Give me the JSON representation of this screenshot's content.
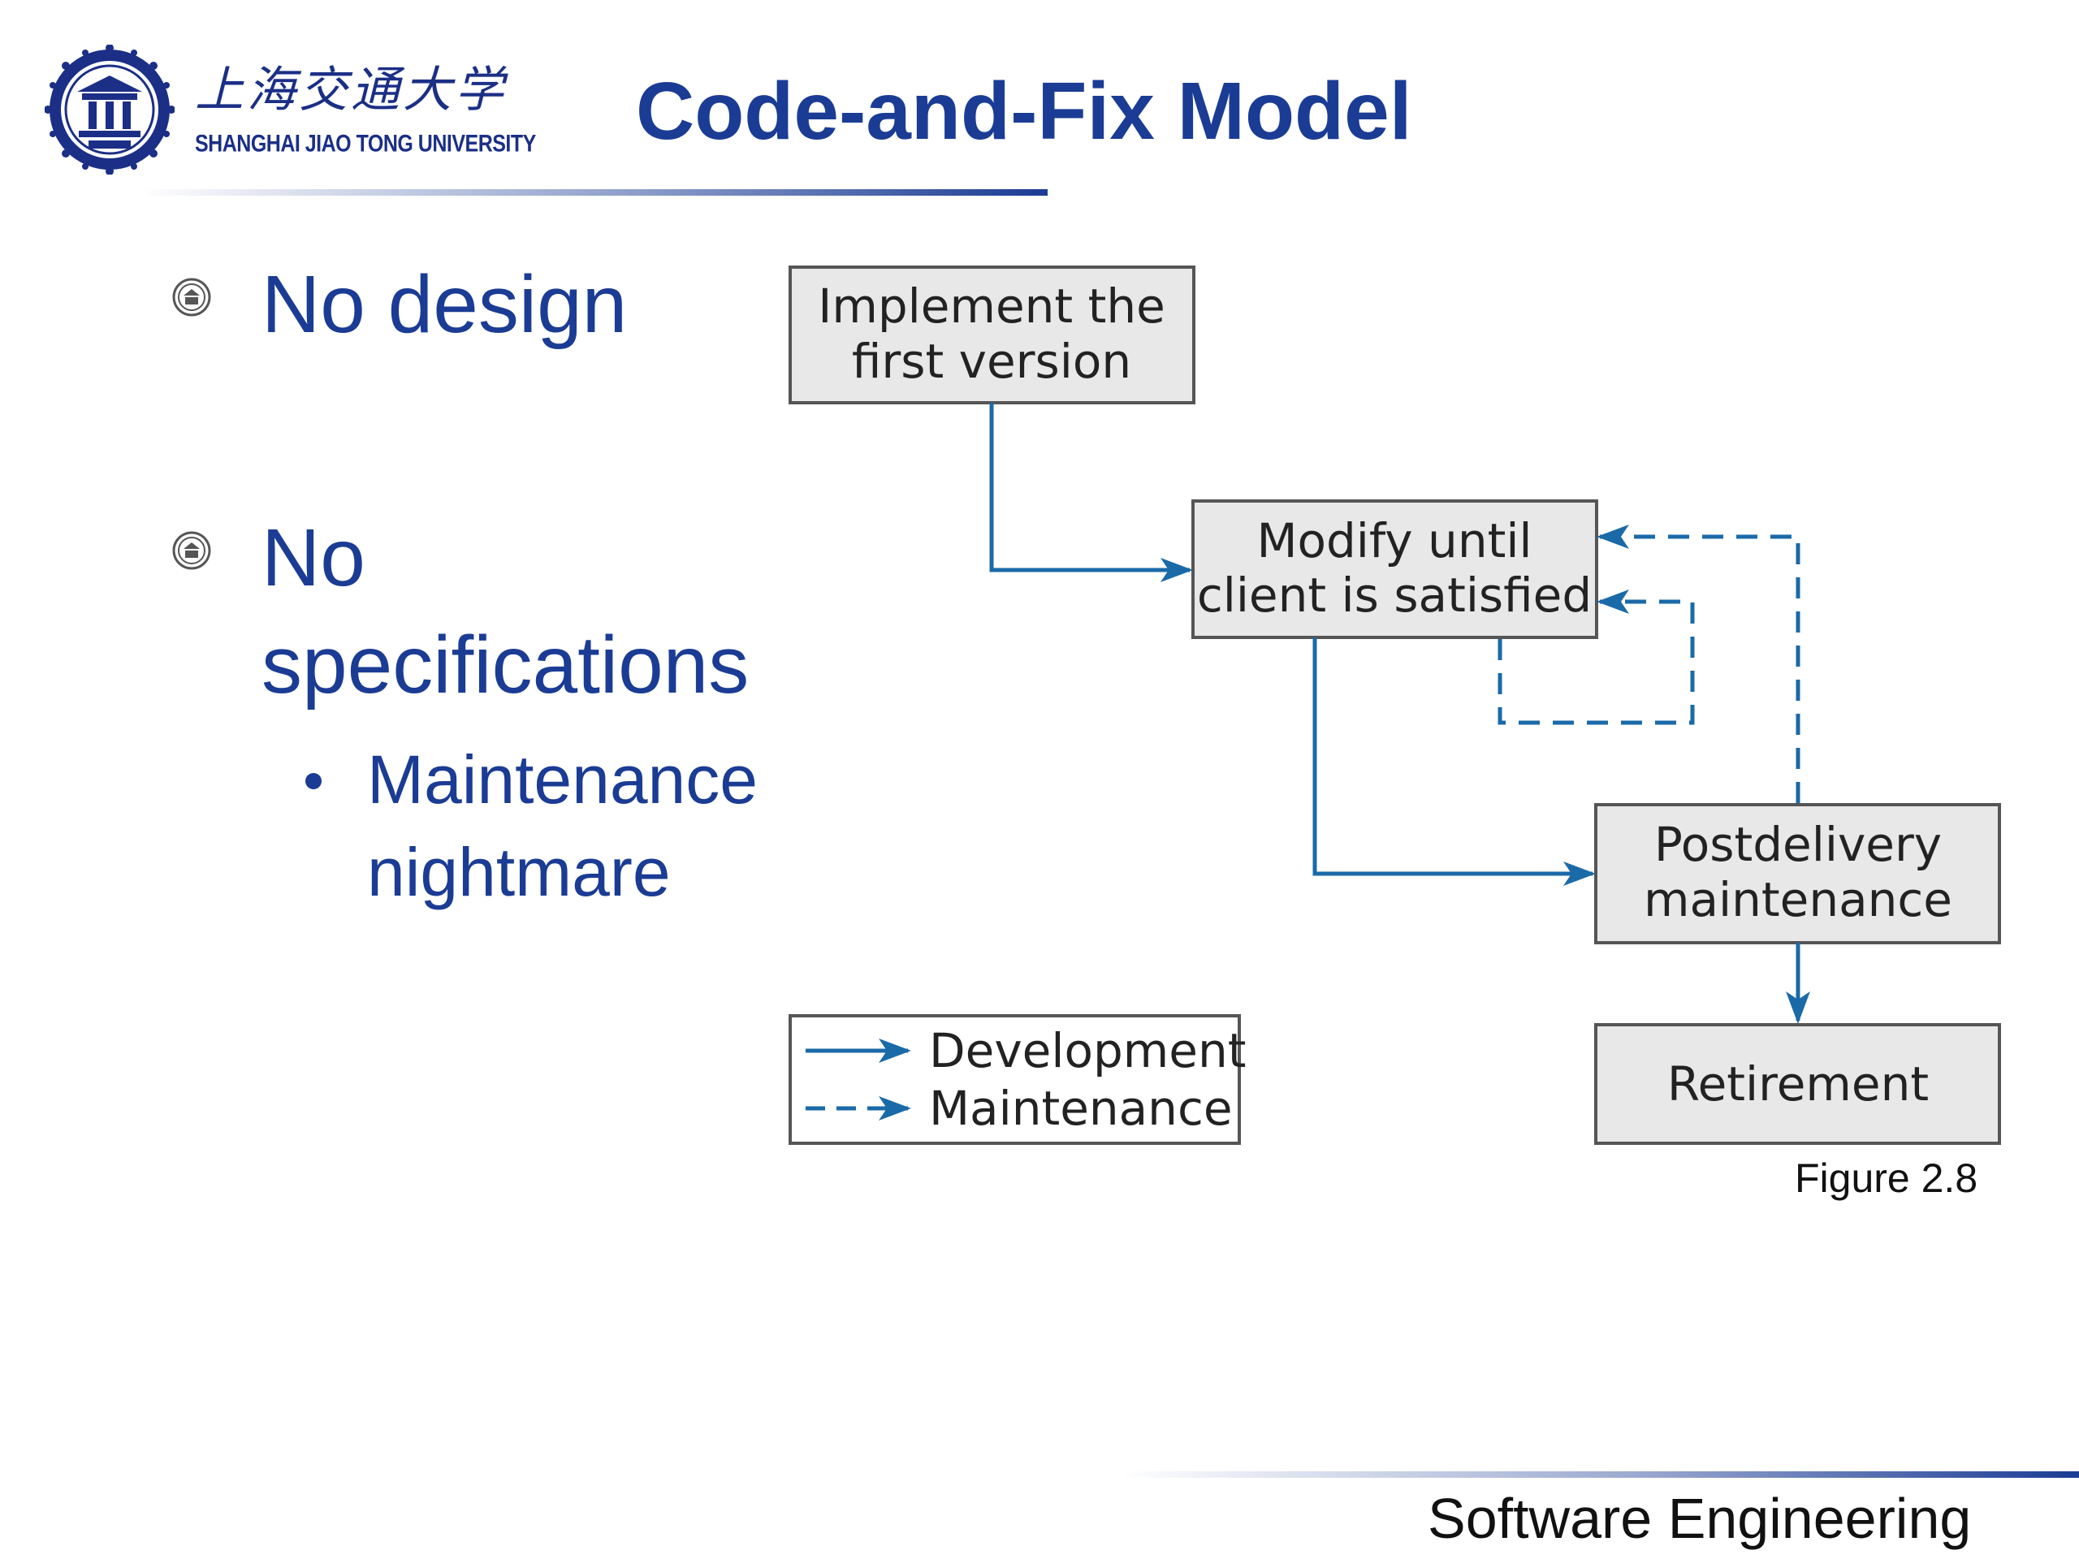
{
  "header": {
    "logo_cn": "上海交通大学",
    "logo_en": "SHANGHAI  JIAO TONG  UNIVERSITY",
    "title": "Code-and-Fix Model"
  },
  "bullets": [
    {
      "lines": [
        "No design"
      ],
      "sub": []
    },
    {
      "lines": [
        "No",
        "specifications"
      ],
      "sub": [
        {
          "lines": [
            "Maintenance",
            "nightmare"
          ]
        }
      ]
    }
  ],
  "diagram": {
    "boxes": {
      "implement": [
        "Implement the",
        "first version"
      ],
      "modify": [
        "Modify until",
        "client is satisfied"
      ],
      "postdelivery": [
        "Postdelivery",
        "maintenance"
      ],
      "retirement": [
        "Retirement"
      ]
    },
    "legend": {
      "development": "Development",
      "maintenance": "Maintenance"
    },
    "colors": {
      "arrow": "#1a6aa8",
      "box_fill": "#e8e8e8",
      "box_stroke": "#555555"
    },
    "figure_label": "Figure 2.8"
  },
  "footer": {
    "text": "Software Engineering"
  },
  "colors": {
    "title": "#1b3c94",
    "bullet_text": "#1b3c94"
  }
}
